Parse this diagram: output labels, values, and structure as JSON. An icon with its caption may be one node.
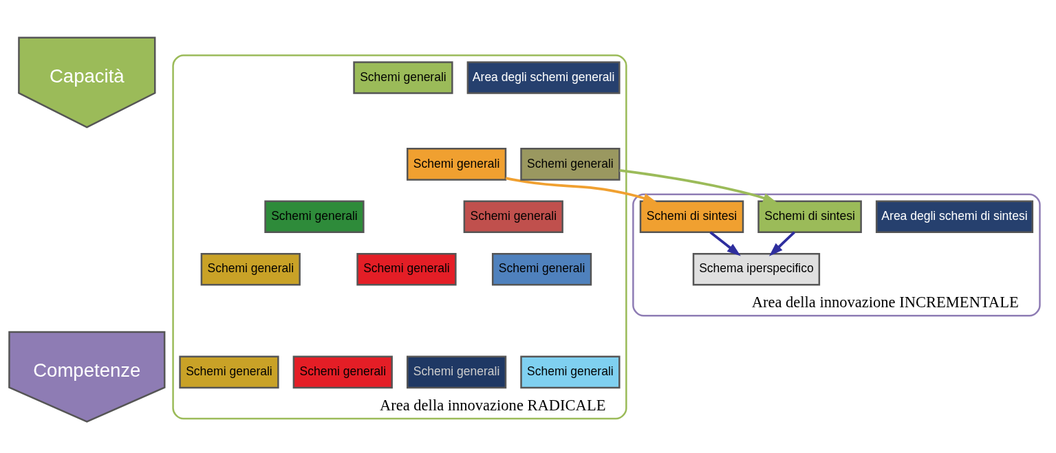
{
  "diagram": {
    "nodes": [
      {
        "text": [
          "Capacità"
        ]
      },
      {
        "text": [
          "Competenze"
        ]
      },
      {
        "text": [
          "Area della innovazione RADICALE"
        ]
      },
      {
        "text": [
          "Area degli schemi generali"
        ],
        "in": 2
      },
      {
        "text": [
          "Schemi generali"
        ],
        "in": 2
      },
      {
        "text": [
          "Schemi generali"
        ],
        "in": 2
      },
      {
        "text": [
          "Schemi generali"
        ],
        "in": 2
      },
      {
        "text": [
          "Schemi generali"
        ],
        "in": 2
      },
      {
        "text": [
          "Schemi generali"
        ],
        "in": 2
      },
      {
        "text": [
          "Schemi generali"
        ],
        "in": 2
      },
      {
        "text": [
          "Schemi generali"
        ],
        "in": 2
      },
      {
        "text": [
          "Schemi generali"
        ],
        "in": 2
      },
      {
        "text": [
          "Schemi generali"
        ],
        "in": 2
      },
      {
        "text": [
          "Schemi generali"
        ],
        "in": 2
      },
      {
        "text": [
          "Schemi generali"
        ],
        "in": 2
      },
      {
        "text": [
          "Schemi generali"
        ],
        "in": 2
      },
      {
        "text": [
          "Area della innovazione INCREMENTALE"
        ]
      },
      {
        "text": [
          "Area degli schemi di sintesi"
        ],
        "in": 16
      },
      {
        "text": [
          "Schemi di sintesi"
        ],
        "in": 16
      },
      {
        "text": [
          "Schemi di sintesi"
        ],
        "in": 16
      },
      {
        "text": [
          "Schema iperspecifico"
        ],
        "in": 16
      }
    ],
    "edges": [
      {
        "from": 5,
        "to": 18,
        "arrow": "to",
        "color": "#f0a030"
      },
      {
        "from": 6,
        "to": 19,
        "arrow": "to",
        "color": "#9bbb59"
      },
      {
        "from": 18,
        "to": 20,
        "arrow": "to",
        "color": "#2e2e9e"
      },
      {
        "from": 19,
        "to": 20,
        "arrow": "to",
        "color": "#2e2e9e"
      }
    ]
  }
}
